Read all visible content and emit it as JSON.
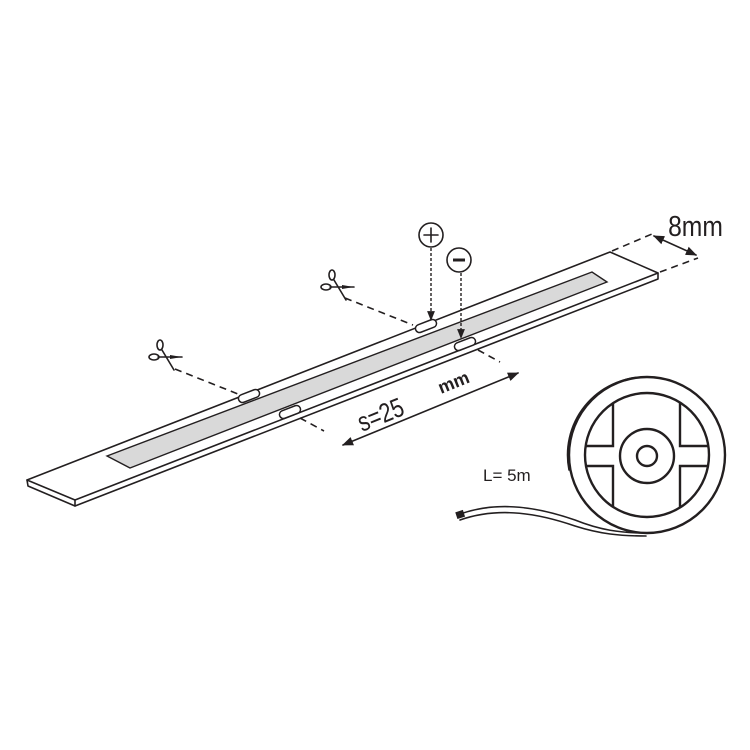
{
  "labels": {
    "width": "8mm",
    "spacing_value": "s=25",
    "spacing_unit": "mm",
    "length": "L= 5m",
    "plus": "+",
    "minus": "−"
  },
  "colors": {
    "line": "#231f20",
    "led_area": "#d9d9d9",
    "background": "#ffffff"
  },
  "icons": [
    "scissors-icon",
    "scissors-icon",
    "plus-terminal-icon",
    "minus-terminal-icon",
    "tape-reel-icon"
  ]
}
